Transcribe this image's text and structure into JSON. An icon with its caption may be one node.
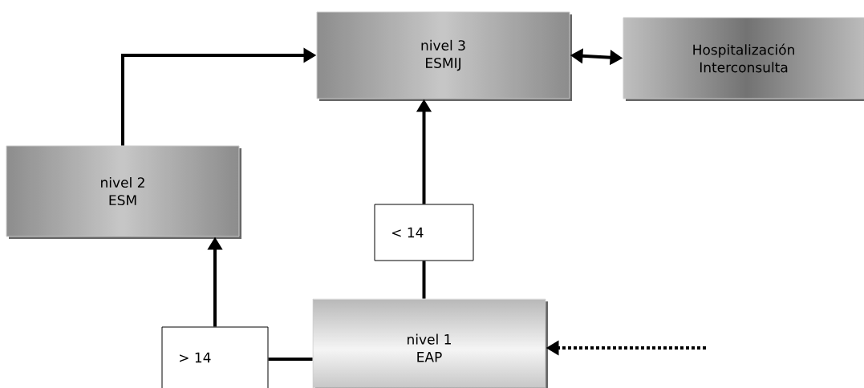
{
  "diagram": {
    "nodes": [
      {
        "text": [
          "nivel 3",
          "ESMIJ"
        ]
      },
      {
        "text": [
          "Hospitalización",
          "Interconsulta"
        ]
      },
      {
        "text": [
          "nivel 2",
          "ESM"
        ]
      },
      {
        "text": [
          "< 14"
        ]
      },
      {
        "text": [
          "nivel 1",
          "EAP"
        ]
      },
      {
        "text": [
          "> 14"
        ]
      }
    ],
    "edges": [
      {
        "from": 2,
        "to": 0,
        "arrow": "to"
      },
      {
        "from": 0,
        "to": 1,
        "arrow": "both"
      },
      {
        "from": 4,
        "to": 3,
        "arrow": "none"
      },
      {
        "from": 3,
        "to": 0,
        "arrow": "to"
      },
      {
        "from": 4,
        "to": 5,
        "arrow": "none"
      },
      {
        "from": 5,
        "to": 2,
        "arrow": "to"
      },
      {
        "from": null,
        "to": 4,
        "arrow": "to",
        "style": "dashed"
      }
    ]
  }
}
